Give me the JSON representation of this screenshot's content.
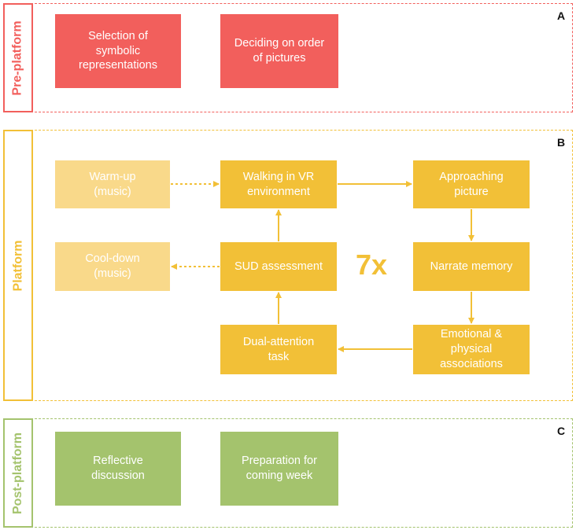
{
  "panels": {
    "pre": {
      "label": "Pre-platform",
      "letter": "A",
      "color": "#f25f5c",
      "boxes": [
        "Selection of\nsymbolic\nrepresentations",
        "Deciding on order\nof pictures"
      ]
    },
    "platform": {
      "label": "Platform",
      "letter": "B",
      "color": "#f2c037",
      "light_color": "#f9d98a",
      "repeat": "7x",
      "boxes": {
        "warmup": "Warm-up\n(music)",
        "walking": "Walking in VR\nenvironment",
        "approaching": "Approaching\npicture",
        "cooldown": "Cool-down\n(music)",
        "sud": "SUD assessment",
        "narrate": "Narrate memory",
        "dual": "Dual-attention\ntask",
        "emotional": "Emotional &\nphysical\nassociations"
      }
    },
    "post": {
      "label": "Post-platform",
      "letter": "C",
      "color": "#a4c36d",
      "boxes": [
        "Reflective\ndiscussion",
        "Preparation for\ncoming week"
      ]
    }
  }
}
